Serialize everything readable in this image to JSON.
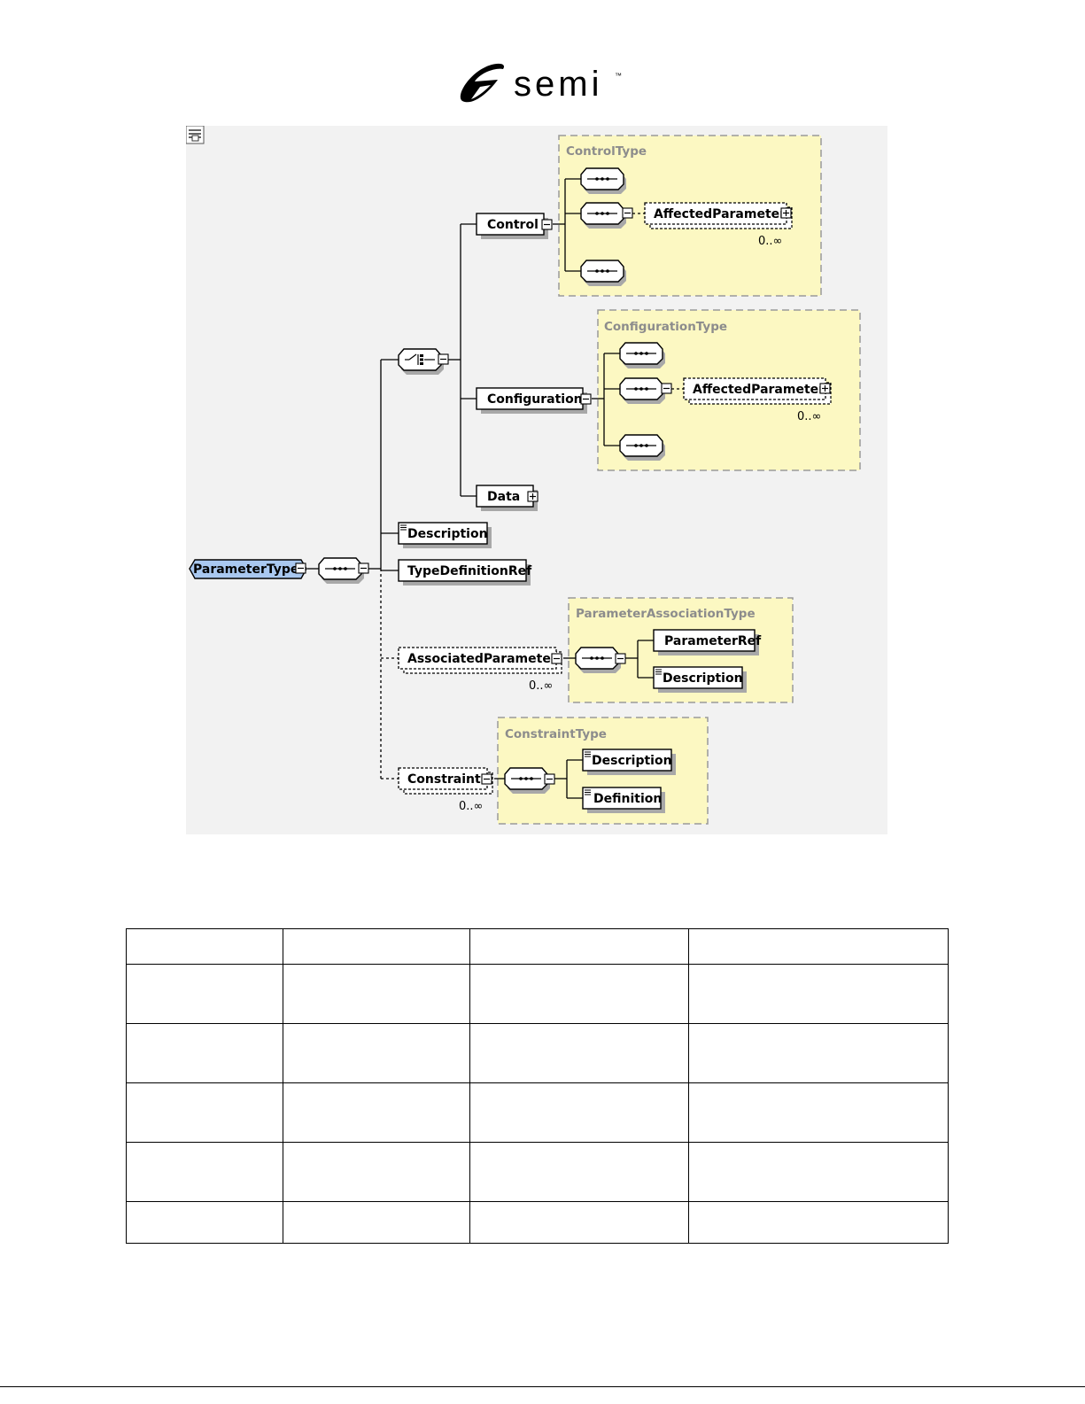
{
  "logo": {
    "text": "semi",
    "trademark": "™",
    "color": "#000000"
  },
  "diagram": {
    "root": "ParameterType",
    "elements": {
      "control": "Control",
      "configuration": "Configuration",
      "data": "Data",
      "description": "Description",
      "type_definition_ref": "TypeDefinitionRef",
      "associated_parameter": "AssociatedParameter",
      "constraint": "Constraint",
      "ctrl_affected_parameter": "AffectedParameter",
      "conf_affected_parameter": "AffectedParameter",
      "pa_parameter_ref": "ParameterRef",
      "pa_description": "Description",
      "con_description": "Description",
      "con_definition": "Definition"
    },
    "types": {
      "control_type": "ControlType",
      "configuration_type": "ConfigurationType",
      "parameter_association_type": "ParameterAssociationType",
      "constraint_type": "ConstraintType"
    },
    "occurrences": {
      "ctrl_affected": "0..∞",
      "conf_affected": "0..∞",
      "associated": "0..∞",
      "constraint": "0..∞"
    },
    "colors": {
      "root_fill": "#a9c8f0",
      "type_box_fill": "#fcf8c2",
      "type_box_border": "#999999",
      "type_label": "#8c8c8c",
      "diagram_background": "#f2f2f2"
    }
  },
  "table": {
    "rows": [
      [
        "",
        "",
        "",
        ""
      ],
      [
        "",
        "",
        "",
        ""
      ],
      [
        "",
        "",
        "",
        ""
      ],
      [
        "",
        "",
        "",
        ""
      ],
      [
        "",
        "",
        "",
        ""
      ],
      [
        "",
        "",
        "",
        ""
      ]
    ]
  }
}
